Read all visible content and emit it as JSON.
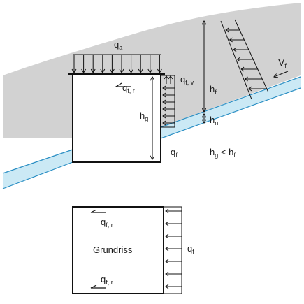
{
  "colors": {
    "debris": "#d2d2d2",
    "water": "#cbe9f5",
    "waterEdge": "#2b8fc4",
    "stroke": "#111111",
    "background": "#ffffff"
  },
  "labels": {
    "qa": {
      "main": "q",
      "sub": "a"
    },
    "qfr_top": {
      "main": "q",
      "sub": "f, r"
    },
    "qfv": {
      "main": "q",
      "sub": "f, v"
    },
    "hf": {
      "main": "h",
      "sub": "f"
    },
    "vf": {
      "main": "V",
      "sub": "f"
    },
    "hg": {
      "main": "h",
      "sub": "g"
    },
    "hn": {
      "main": "h",
      "sub": "n"
    },
    "qf_side": {
      "main": "q",
      "sub": "f"
    },
    "relation": {
      "a": "h",
      "a_sub": "g",
      "op": " < ",
      "b": "h",
      "b_sub": "f"
    },
    "plan_qfr_top": {
      "main": "q",
      "sub": "f, r"
    },
    "plan_qfr_bottom": {
      "main": "q",
      "sub": "f, r"
    },
    "plan_qf": {
      "main": "q",
      "sub": "f"
    },
    "plan_title": "Grundriss"
  },
  "icons": {
    "load_arrow": "arrow-down-icon",
    "pressure_arrow": "arrow-left-icon",
    "friction_arrow": "half-arrow-left-icon"
  }
}
